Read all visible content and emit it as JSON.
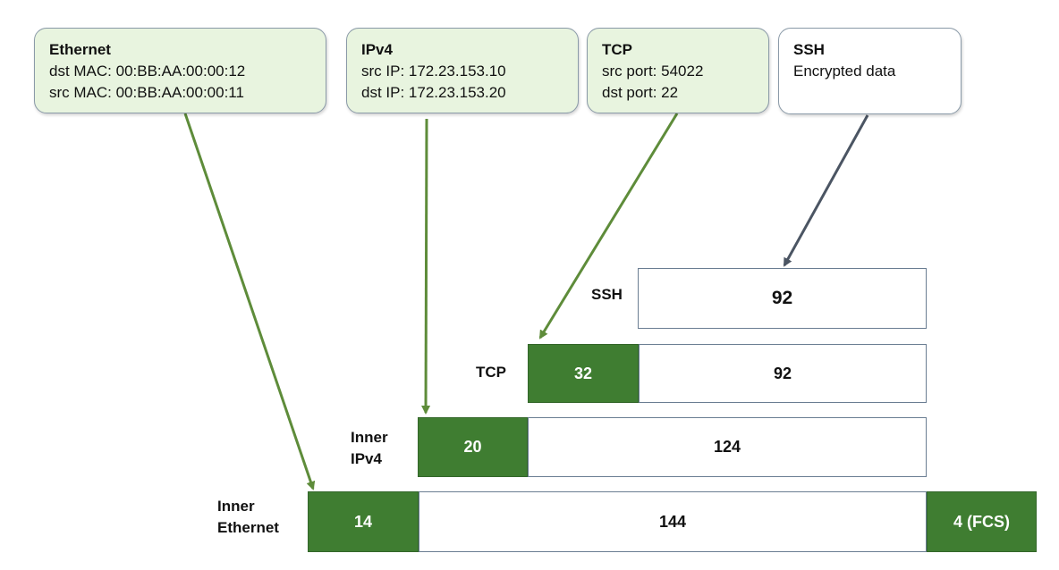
{
  "headers": {
    "ethernet": {
      "title": "Ethernet",
      "lines": [
        "dst MAC: 00:BB:AA:00:00:12",
        "src MAC: 00:BB:AA:00:00:11"
      ]
    },
    "ipv4": {
      "title": "IPv4",
      "lines": [
        "src IP: 172.23.153.10",
        "dst IP: 172.23.153.20"
      ]
    },
    "tcp": {
      "title": "TCP",
      "lines": [
        "src port: 54022",
        "dst port: 22"
      ]
    },
    "ssh": {
      "title": "SSH",
      "lines": [
        "Encrypted data"
      ]
    }
  },
  "layers": {
    "ssh": {
      "label": "SSH",
      "payload": "92"
    },
    "tcp": {
      "label": "TCP",
      "header": "32",
      "payload": "92"
    },
    "ipv4": {
      "label_line1": "Inner",
      "label_line2": "IPv4",
      "header": "20",
      "payload": "124"
    },
    "ethernet": {
      "label_line1": "Inner",
      "label_line2": "Ethernet",
      "header": "14",
      "payload": "144",
      "trailer": "4 (FCS)"
    }
  },
  "colors": {
    "header_fill": "#3f7d31",
    "header_box_fill": "#e8f4df",
    "arrow_green": "#5e8c3a",
    "arrow_gray": "#4b5563"
  }
}
